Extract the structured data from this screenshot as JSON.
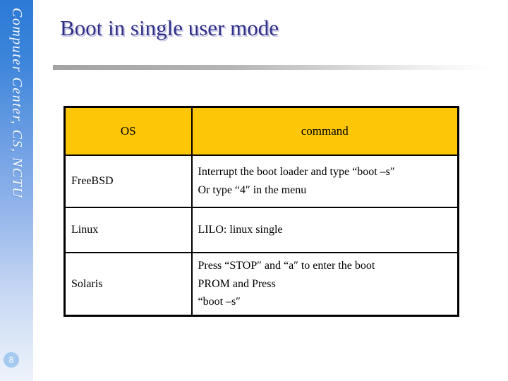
{
  "slide": {
    "title": "Boot in single user mode",
    "page_number": "8"
  },
  "sidebar": {
    "label": "Computer Center, CS, NCTU"
  },
  "table": {
    "headers": [
      "OS",
      "command"
    ],
    "rows": [
      {
        "os": "FreeBSD",
        "lines": [
          "Interrupt the boot loader and type “boot –s″",
          "Or type “4″ in the menu"
        ]
      },
      {
        "os": "Linux",
        "lines": [
          "LILO: linux single"
        ]
      },
      {
        "os": "Solaris",
        "lines": [
          "Press “STOP″ and “a″ to enter the boot",
          "PROM and Press",
          "“boot –s″"
        ]
      }
    ]
  },
  "colors": {
    "table_header_bg": "#fdc606",
    "title_text": "#2e2e87",
    "title_shadow": "#c9c9e6",
    "sidebar_gradient_top": "#2c7ad6",
    "sidebar_gradient_bottom": "#eef3fb",
    "page_number_circle": "#a6c9ef",
    "table_border": "#000000"
  }
}
